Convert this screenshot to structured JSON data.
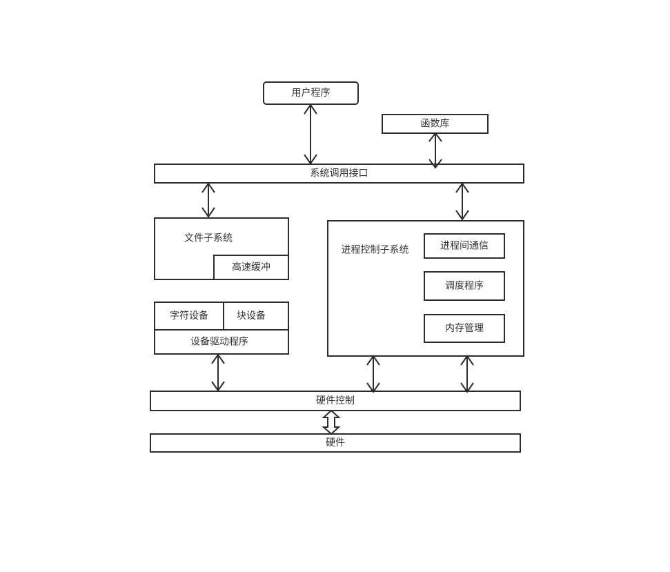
{
  "nodes": {
    "user_program": "用户程序",
    "function_library": "函数库",
    "syscall_interface": "系统调用接口",
    "file_subsystem": "文件子系统",
    "cache_buffer": "高速缓冲",
    "char_device": "字符设备",
    "block_device": "块设备",
    "device_driver": "设备驱动程序",
    "process_control_subsystem": "进程控制子系统",
    "ipc": "进程间通信",
    "scheduler": "调度程序",
    "memory_management": "内存管理",
    "hardware_control": "硬件控制",
    "hardware": "硬件"
  },
  "edges": [
    {
      "from": "user_program",
      "to": "syscall_interface",
      "style": "bidirectional"
    },
    {
      "from": "function_library",
      "to": "syscall_interface",
      "style": "bidirectional"
    },
    {
      "from": "syscall_interface",
      "to": "file_subsystem",
      "style": "bidirectional"
    },
    {
      "from": "syscall_interface",
      "to": "process_control_subsystem",
      "style": "bidirectional"
    },
    {
      "from": "device_driver",
      "to": "hardware_control",
      "style": "bidirectional"
    },
    {
      "from": "process_control_subsystem",
      "to": "hardware_control",
      "style": "bidirectional"
    },
    {
      "from": "process_control_subsystem",
      "to": "hardware_control",
      "style": "bidirectional"
    },
    {
      "from": "hardware_control",
      "to": "hardware",
      "style": "hollow-bidirectional"
    }
  ],
  "colors": {
    "stroke": "#2b2b2b",
    "text": "#333333",
    "background": "#ffffff"
  }
}
